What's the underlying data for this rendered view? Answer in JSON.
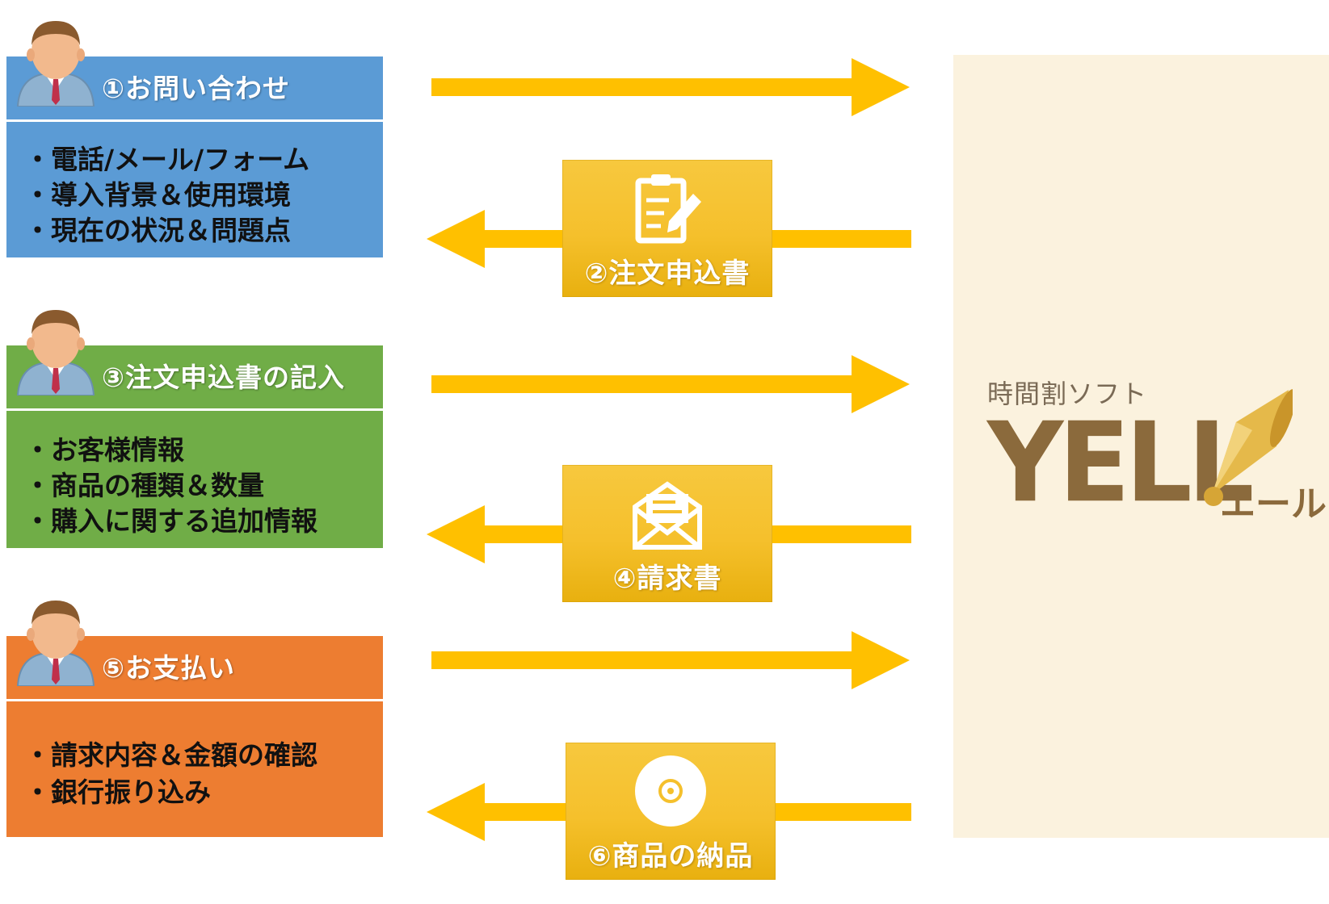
{
  "steps": [
    {
      "header": "①お問い合わせ",
      "lines": [
        "・電話/メール/フォーム",
        "・導入背景＆使用環境",
        "・現在の状況＆問題点"
      ],
      "color": "#5b9bd5"
    },
    {
      "header": "③注文申込書の記入",
      "lines": [
        "・お客様情報",
        "・商品の種類＆数量",
        "・購入に関する追加情報"
      ],
      "color": "#70ad47"
    },
    {
      "header": "⑤お支払い",
      "lines": [
        "・請求内容＆金額の確認",
        "・銀行振り込み"
      ],
      "color": "#ed7d31"
    }
  ],
  "documents": [
    {
      "label": "②注文申込書",
      "icon": "clipboard-pencil-icon"
    },
    {
      "label": "④請求書",
      "icon": "envelope-icon"
    },
    {
      "label": "⑥商品の納品",
      "icon": "disc-icon"
    }
  ],
  "brand": {
    "subtitle": "時間割ソフト",
    "logo": "YELL",
    "kana": "エール",
    "panel_color": "#fbf2de",
    "logo_color": "#8b6a3c"
  },
  "colors": {
    "arrow": "#ffc000",
    "doc_box": "#f5c02c"
  }
}
